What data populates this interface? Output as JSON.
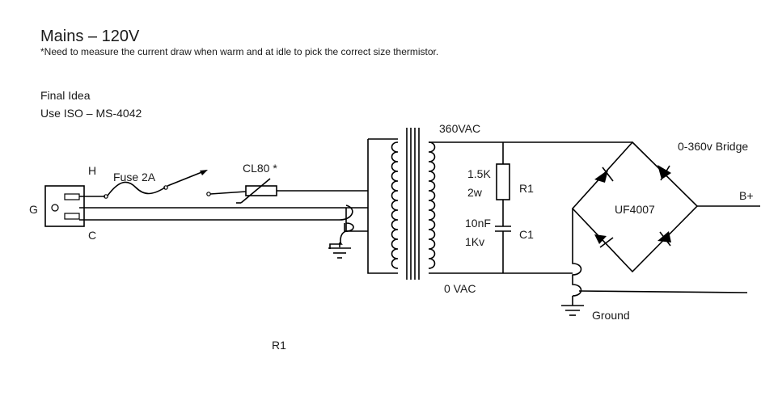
{
  "header": {
    "title": "Mains – 120V",
    "note": "*Need to measure the current draw when warm and at idle to pick the correct size thermistor."
  },
  "plan": {
    "line1": "Final Idea",
    "line2": "Use ISO – MS-4042"
  },
  "labels": {
    "hot": "H",
    "fuse": "Fuse 2A",
    "thermistor": "CL80 *",
    "ground_pin": "G",
    "common": "C",
    "secondary_hi": "360VAC",
    "secondary_lo": "0 VAC",
    "r1_value": "1.5K",
    "r1_watts": "2w",
    "r1_name": "R1",
    "c1_value": "10nF",
    "c1_volts": "1Kv",
    "c1_name": "C1",
    "bridge_title": "0-360v Bridge",
    "diode": "UF4007",
    "output": "B+",
    "ground": "Ground",
    "stray": "R1"
  }
}
